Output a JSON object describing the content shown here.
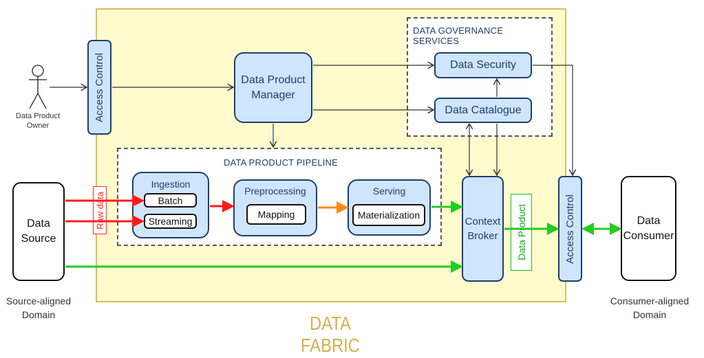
{
  "fabric": {
    "label": "DATA FABRIC"
  },
  "actor": {
    "label_line1": "Data Product",
    "label_line2": "Owner"
  },
  "access_control_left": {
    "label": "Access Control"
  },
  "access_control_right": {
    "label": "Access Control"
  },
  "data_product_manager": {
    "label_line1": "Data Product",
    "label_line2": "Manager"
  },
  "governance": {
    "title": "DATA GOVERNANCE SERVICES",
    "security": "Data Security",
    "catalogue": "Data Catalogue"
  },
  "pipeline": {
    "title": "DATA PRODUCT PIPELINE",
    "ingestion": {
      "title": "Ingestion",
      "items": [
        "Batch",
        "Streaming"
      ]
    },
    "preprocessing": {
      "title": "Preprocessing",
      "items": [
        "Mapping"
      ]
    },
    "serving": {
      "title": "Serving",
      "items": [
        "Materialization"
      ]
    }
  },
  "raw_data": {
    "label": "Raw data"
  },
  "data_source": {
    "label_line1": "Data",
    "label_line2": "Source"
  },
  "context_broker": {
    "label_line1": "Context",
    "label_line2": "Broker"
  },
  "data_product_tag": {
    "label": "Data Product"
  },
  "data_consumer": {
    "label_line1": "Data",
    "label_line2": "Consumer"
  },
  "source_domain": {
    "line1": "Source-aligned",
    "line2": "Domain"
  },
  "consumer_domain": {
    "line1": "Consumer-aligned",
    "line2": "Domain"
  },
  "colors": {
    "fabric_fill": "#fffbcc",
    "fabric_border": "#d9bb63",
    "component_fill": "#cfe5fb",
    "component_border": "#1d3e6e",
    "raw_flow": "#ff1a1a",
    "processed_flow": "#ff8a1a",
    "product_flow": "#22cc22"
  }
}
